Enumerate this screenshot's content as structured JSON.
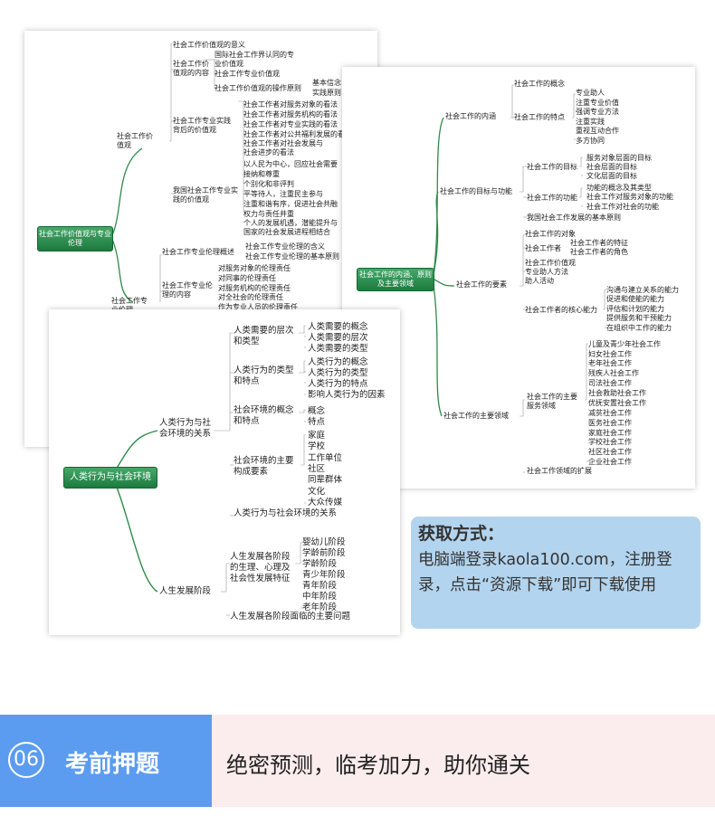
{
  "card1": {
    "root": "社会工作价值观与专业伦理",
    "nodes": [
      "社会工作价值观的意义",
      "社会工作价值观的内容",
      "国际社会工作界认同的专业价值观",
      "社会工作专业价值观",
      "社会工作价值观的操作原则",
      "基本信念",
      "实践原则",
      "社会工作专业实践背后的价值观",
      "社会工作者对服务对象的看法",
      "社会工作者对服务机构的看法",
      "社会工作者对专业实践的看法",
      "社会工作者对公共福利发展的看",
      "社会工作者对社会发展与社会进步的看法",
      "社会工作价值观",
      "以人民为中心，回应社会需要",
      "接纳和尊重",
      "个别化和非评判",
      "我国社会工作专业实践的价值观",
      "平等待人，注重民主参与",
      "注重和谐有序，促进社会共融",
      "权力与责任并重",
      "个人的发展机遇，潜能提升与国家的社会发展进程相结合",
      "社会工作专业伦理概述",
      "社会工作专业伦理的含义",
      "社会工作专业伦理的基本原则",
      "社会工作专业伦理的内容",
      "对服务对象的伦理责任",
      "对同事的伦理责任",
      "对服务机构的伦理责任",
      "对全社会的伦理责任",
      "作为专业人员的伦理责任",
      "社会工作专业伦理"
    ]
  },
  "card2": {
    "root": "社会工作的内涵、原则及主要领域",
    "nodes": [
      "社会工作的内涵",
      "社会工作的概念",
      "社会工作的特点",
      "专业助人",
      "注重专业价值",
      "强调专业方法",
      "注重实践",
      "重视互动合作",
      "多方协同",
      "社会工作的目标与功能",
      "社会工作的目标",
      "服务对象层面的目标",
      "社会层面的目标",
      "文化层面的目标",
      "社会工作的功能",
      "功能的概念及其类型",
      "社会工作对服务对象的功能",
      "社会工作对社会的功能",
      "我国社会工作发展的基本原则",
      "社会工作的要素",
      "社会工作的对象",
      "社会工作者",
      "社会工作者的特征",
      "社会工作者的角色",
      "社会工作价值观",
      "专业助人方法",
      "助人活动",
      "社会工作者的核心能力",
      "沟通与建立关系的能力",
      "促进和使能的能力",
      "评估和计划的能力",
      "提供服务和干预能力",
      "在组织中工作的能力",
      "社会工作的主要领域",
      "社会工作的主要服务领域",
      "儿童及青少年社会工作",
      "妇女社会工作",
      "老年社会工作",
      "残疾人社会工作",
      "司法社会工作",
      "社会救助社会工作",
      "优抚安置社会工作",
      "减贫社会工作",
      "医务社会工作",
      "家庭社会工作",
      "学校社会工作",
      "社区社会工作",
      "企业社会工作",
      "社会工作领域的扩展"
    ]
  },
  "card3": {
    "root": "人类行为与社会环境",
    "nodes": [
      "人类需要的层次和类型",
      "人类需要的概念",
      "人类需要的层次",
      "人类需要的类型",
      "人类行为的类型和特点",
      "人类行为的概念",
      "人类行为的类型",
      "人类行为的特点",
      "影响人类行为的因素",
      "人类行为与社会环境的关系",
      "社会环境的概念和特点",
      "概念",
      "特点",
      "社会环境的主要构成要素",
      "家庭",
      "学校",
      "工作单位",
      "社区",
      "同辈群体",
      "文化",
      "大众传媒",
      "人类行为与社会环境的关系",
      "人生发展阶段",
      "人生发展各阶段的生理、心理及社会性发展特征",
      "婴幼儿阶段",
      "学龄前阶段",
      "学龄阶段",
      "青少年阶段",
      "青年阶段",
      "中年阶段",
      "老年阶段",
      "人生发展各阶段面临的主要问题"
    ]
  },
  "notice": {
    "heading": "获取方式：",
    "body": "电脑端登录kaola100.com，注册登录，点击“资源下载”即可下载使用"
  },
  "footer": {
    "number": "06",
    "title": "考前押题",
    "slogan": "绝密预测，临考加力，助你通关"
  },
  "colors": {
    "branch": "#2e8b4a",
    "root_bg": "#2b8d4e",
    "notice_bg": "#b3d4ee",
    "footer_blue": "#5b9cf0",
    "footer_pink": "#fbeced"
  }
}
